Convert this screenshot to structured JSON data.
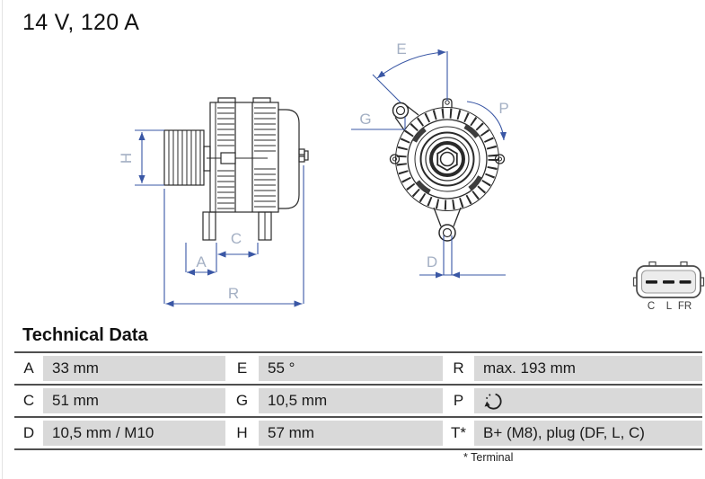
{
  "header": {
    "title": "14 V, 120 A"
  },
  "drawing": {
    "side_view": {
      "dims": {
        "H": "H",
        "A": "A",
        "C": "C",
        "R": "R"
      }
    },
    "front_view": {
      "dims": {
        "E": "E",
        "G": "G",
        "P": "P",
        "D": "D"
      }
    },
    "connector": {
      "pins": {
        "c": "C",
        "l": "L",
        "fr": "FR"
      }
    }
  },
  "table": {
    "heading": "Technical Data",
    "footnote": "* Terminal",
    "rows": [
      {
        "c0": "A",
        "c1": "33 mm",
        "c2": "E",
        "c3": "55 °",
        "c4": "R",
        "c5": "max. 193 mm"
      },
      {
        "c0": "C",
        "c1": "51 mm",
        "c2": "G",
        "c3": "10,5 mm",
        "c4": "P",
        "c5": "",
        "c5_icon": "rotation-direction-icon"
      },
      {
        "c0": "D",
        "c1": "10,5 mm / M10",
        "c2": "H",
        "c3": "57 mm",
        "c4": "T*",
        "c5": "B+ (M8), plug (DF, L, C)"
      }
    ]
  },
  "colors": {
    "dimension_line": "#3a57a5",
    "dimension_label": "#a4b0c4",
    "line_art": "#2a2a2a",
    "table_cell_bg": "#d9d9d9",
    "table_rule": "#4f4f4f"
  }
}
